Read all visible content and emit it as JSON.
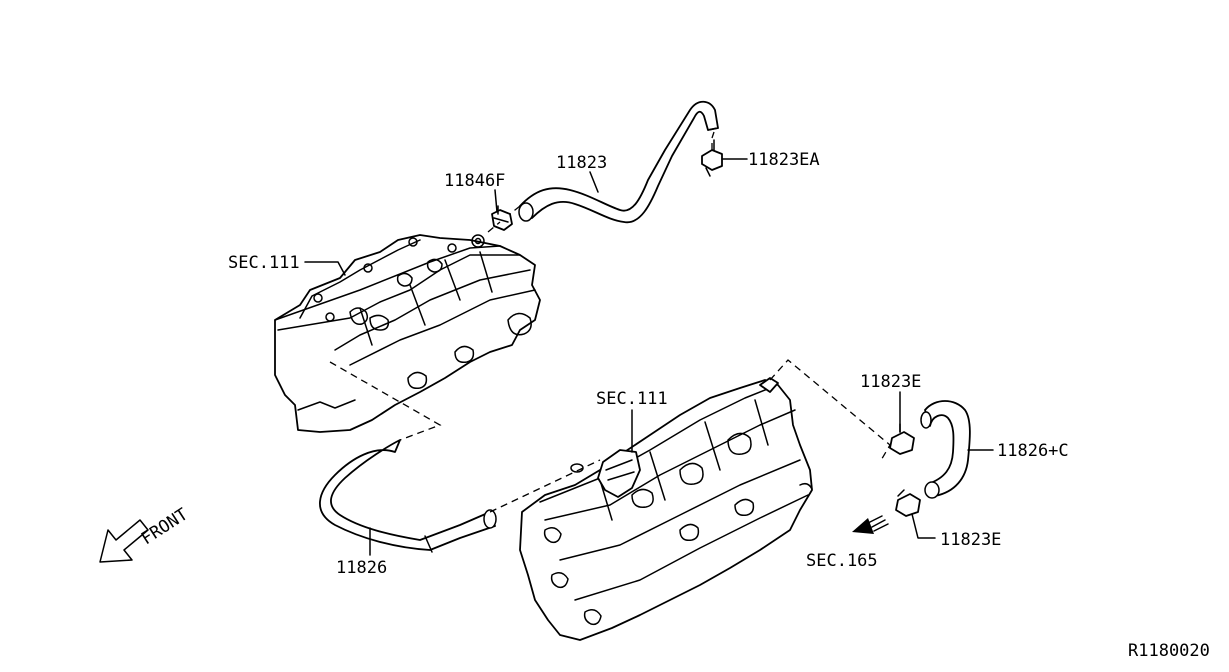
{
  "labels": {
    "hose_upper": "11823",
    "clamp_upper_right": "11823EA",
    "connector_upper": "11846F",
    "sec_upper_engine": "SEC.111",
    "sec_lower_engine": "SEC.111",
    "clamp_right_top": "11823E",
    "hose_right": "11826+C",
    "clamp_right_bottom": "11823E",
    "sec_pcv": "SEC.165",
    "hose_lower": "11826",
    "front_arrow": "FRONT",
    "diagram_code": "R1180020"
  },
  "colors": {
    "line": "#000000",
    "background": "#ffffff"
  }
}
